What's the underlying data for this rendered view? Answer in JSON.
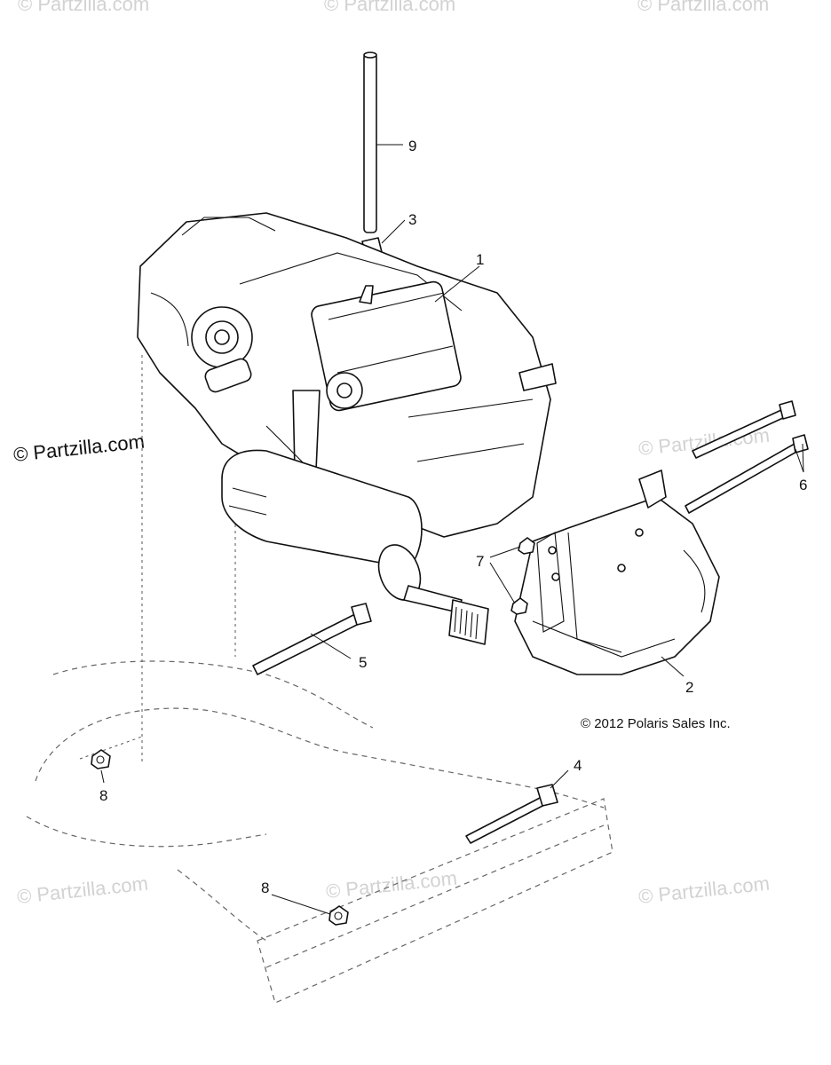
{
  "watermarks": {
    "left": "© Partzilla.com",
    "faint": "© Partzilla.com"
  },
  "copyright": "© 2012 Polaris Sales Inc.",
  "callouts": {
    "c1": "1",
    "c2": "2",
    "c3": "3",
    "c4": "4",
    "c5": "5",
    "c6": "6",
    "c7": "7",
    "c8a": "8",
    "c8b": "8",
    "c9": "9"
  }
}
